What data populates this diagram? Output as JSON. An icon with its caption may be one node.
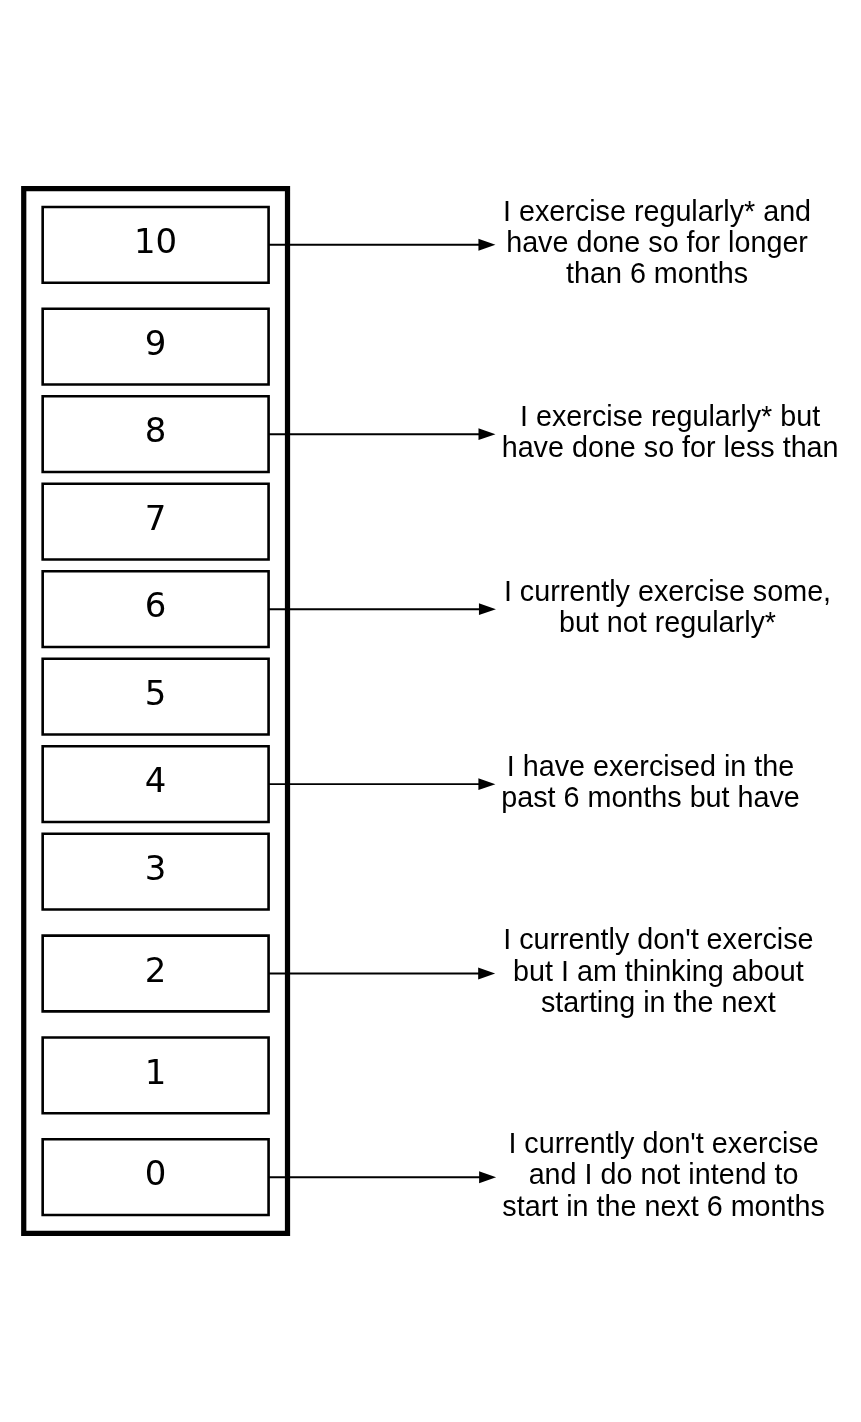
{
  "diagram": {
    "nodes": [
      {
        "text": [],
        "shape": "box"
      },
      {
        "text": [
          "10"
        ],
        "in": 0
      },
      {
        "text": [
          "9"
        ],
        "in": 0
      },
      {
        "text": [
          "8"
        ],
        "in": 0
      },
      {
        "text": [
          "7"
        ],
        "in": 0
      },
      {
        "text": [
          "6"
        ],
        "in": 0
      },
      {
        "text": [
          "5"
        ],
        "in": 0
      },
      {
        "text": [
          "4"
        ],
        "in": 0
      },
      {
        "text": [
          "3"
        ],
        "in": 0
      },
      {
        "text": [
          "2"
        ],
        "in": 0
      },
      {
        "text": [
          "1"
        ],
        "in": 0
      },
      {
        "text": [
          "0"
        ],
        "in": 0
      },
      {
        "text": [
          "I exercise regularly* and have done so for longer than 6 months"
        ]
      },
      {
        "text": [
          "I exercise regularly* but have done so for less than"
        ]
      },
      {
        "text": [
          "I currently exercise some, but not regularly*"
        ]
      },
      {
        "text": [
          "I have exercised in the past 6 months but have"
        ]
      },
      {
        "text": [
          "I currently don't exercise but I am thinking about starting in the next"
        ]
      },
      {
        "text": [
          "I currently don't exercise and I do not intend to start in the next 6 months"
        ]
      }
    ],
    "edges": [
      {
        "from": 1,
        "to": 12,
        "arrow": "to"
      },
      {
        "from": 3,
        "to": 13,
        "arrow": "to"
      },
      {
        "from": 5,
        "to": 14,
        "arrow": "to"
      },
      {
        "from": 7,
        "to": 15,
        "arrow": "to"
      },
      {
        "from": 9,
        "to": 16,
        "arrow": "to"
      },
      {
        "from": 11,
        "to": 17,
        "arrow": "to"
      }
    ]
  }
}
